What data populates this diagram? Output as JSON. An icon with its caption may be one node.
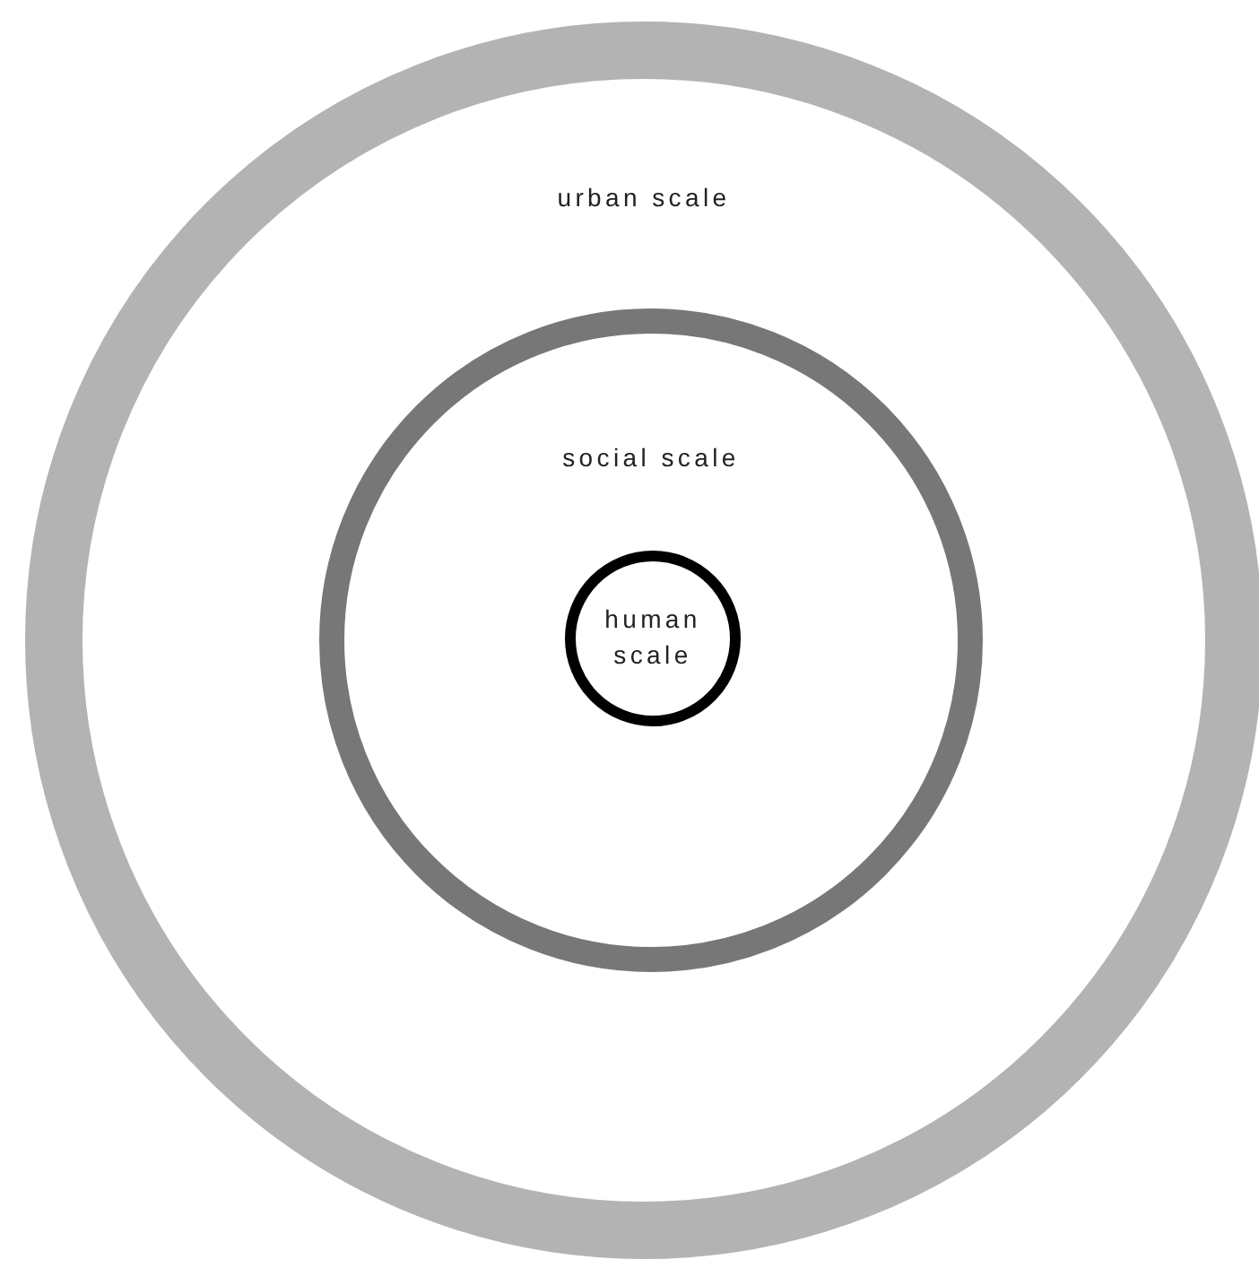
{
  "diagram": {
    "nodes": [
      {
        "text": [
          "urban scale"
        ]
      },
      {
        "text": [
          "social scale"
        ],
        "in": 0
      },
      {
        "text": [
          "human scale"
        ],
        "in": 1
      }
    ]
  }
}
